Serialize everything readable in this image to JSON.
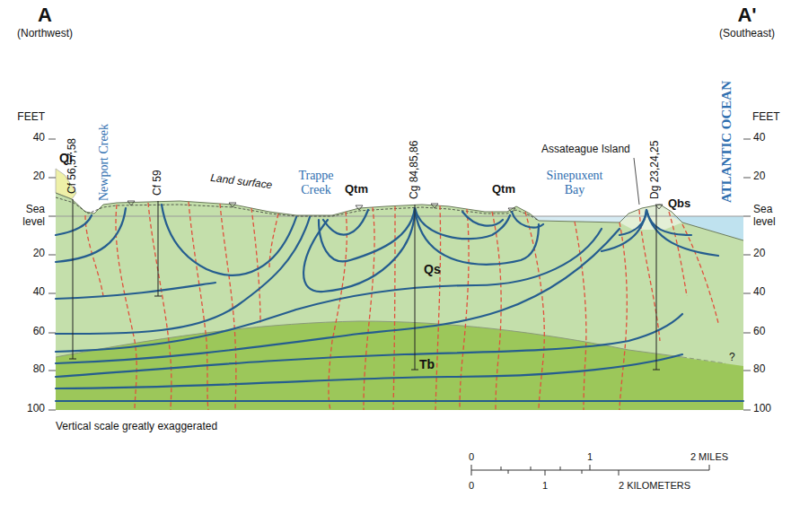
{
  "diagram": {
    "labels": [
      "A",
      "(Northwest)",
      "A'",
      "(Southeast)",
      "FEET",
      "FEET",
      "40",
      "20",
      "Sea level",
      "20",
      "40",
      "60",
      "80",
      "100",
      "40",
      "20",
      "Sea level",
      "20",
      "40",
      "60",
      "80",
      "100",
      "Qi",
      "Cf 56,57,58",
      "Newport Creek",
      "Cf 59",
      "Land surface",
      "Trappe Creek",
      "Qtm",
      "Cg 84,85,86",
      "Qtm",
      "Sinepuxent Bay",
      "Assateague Island",
      "Dg 23,24,25",
      "Qbs",
      "ATLANTIC OCEAN",
      "Qs",
      "Tb",
      "?",
      "Vertical scale greatly exaggerated",
      "0",
      "1",
      "2 MILES",
      "0",
      "1",
      "2 KILOMETERS"
    ]
  }
}
